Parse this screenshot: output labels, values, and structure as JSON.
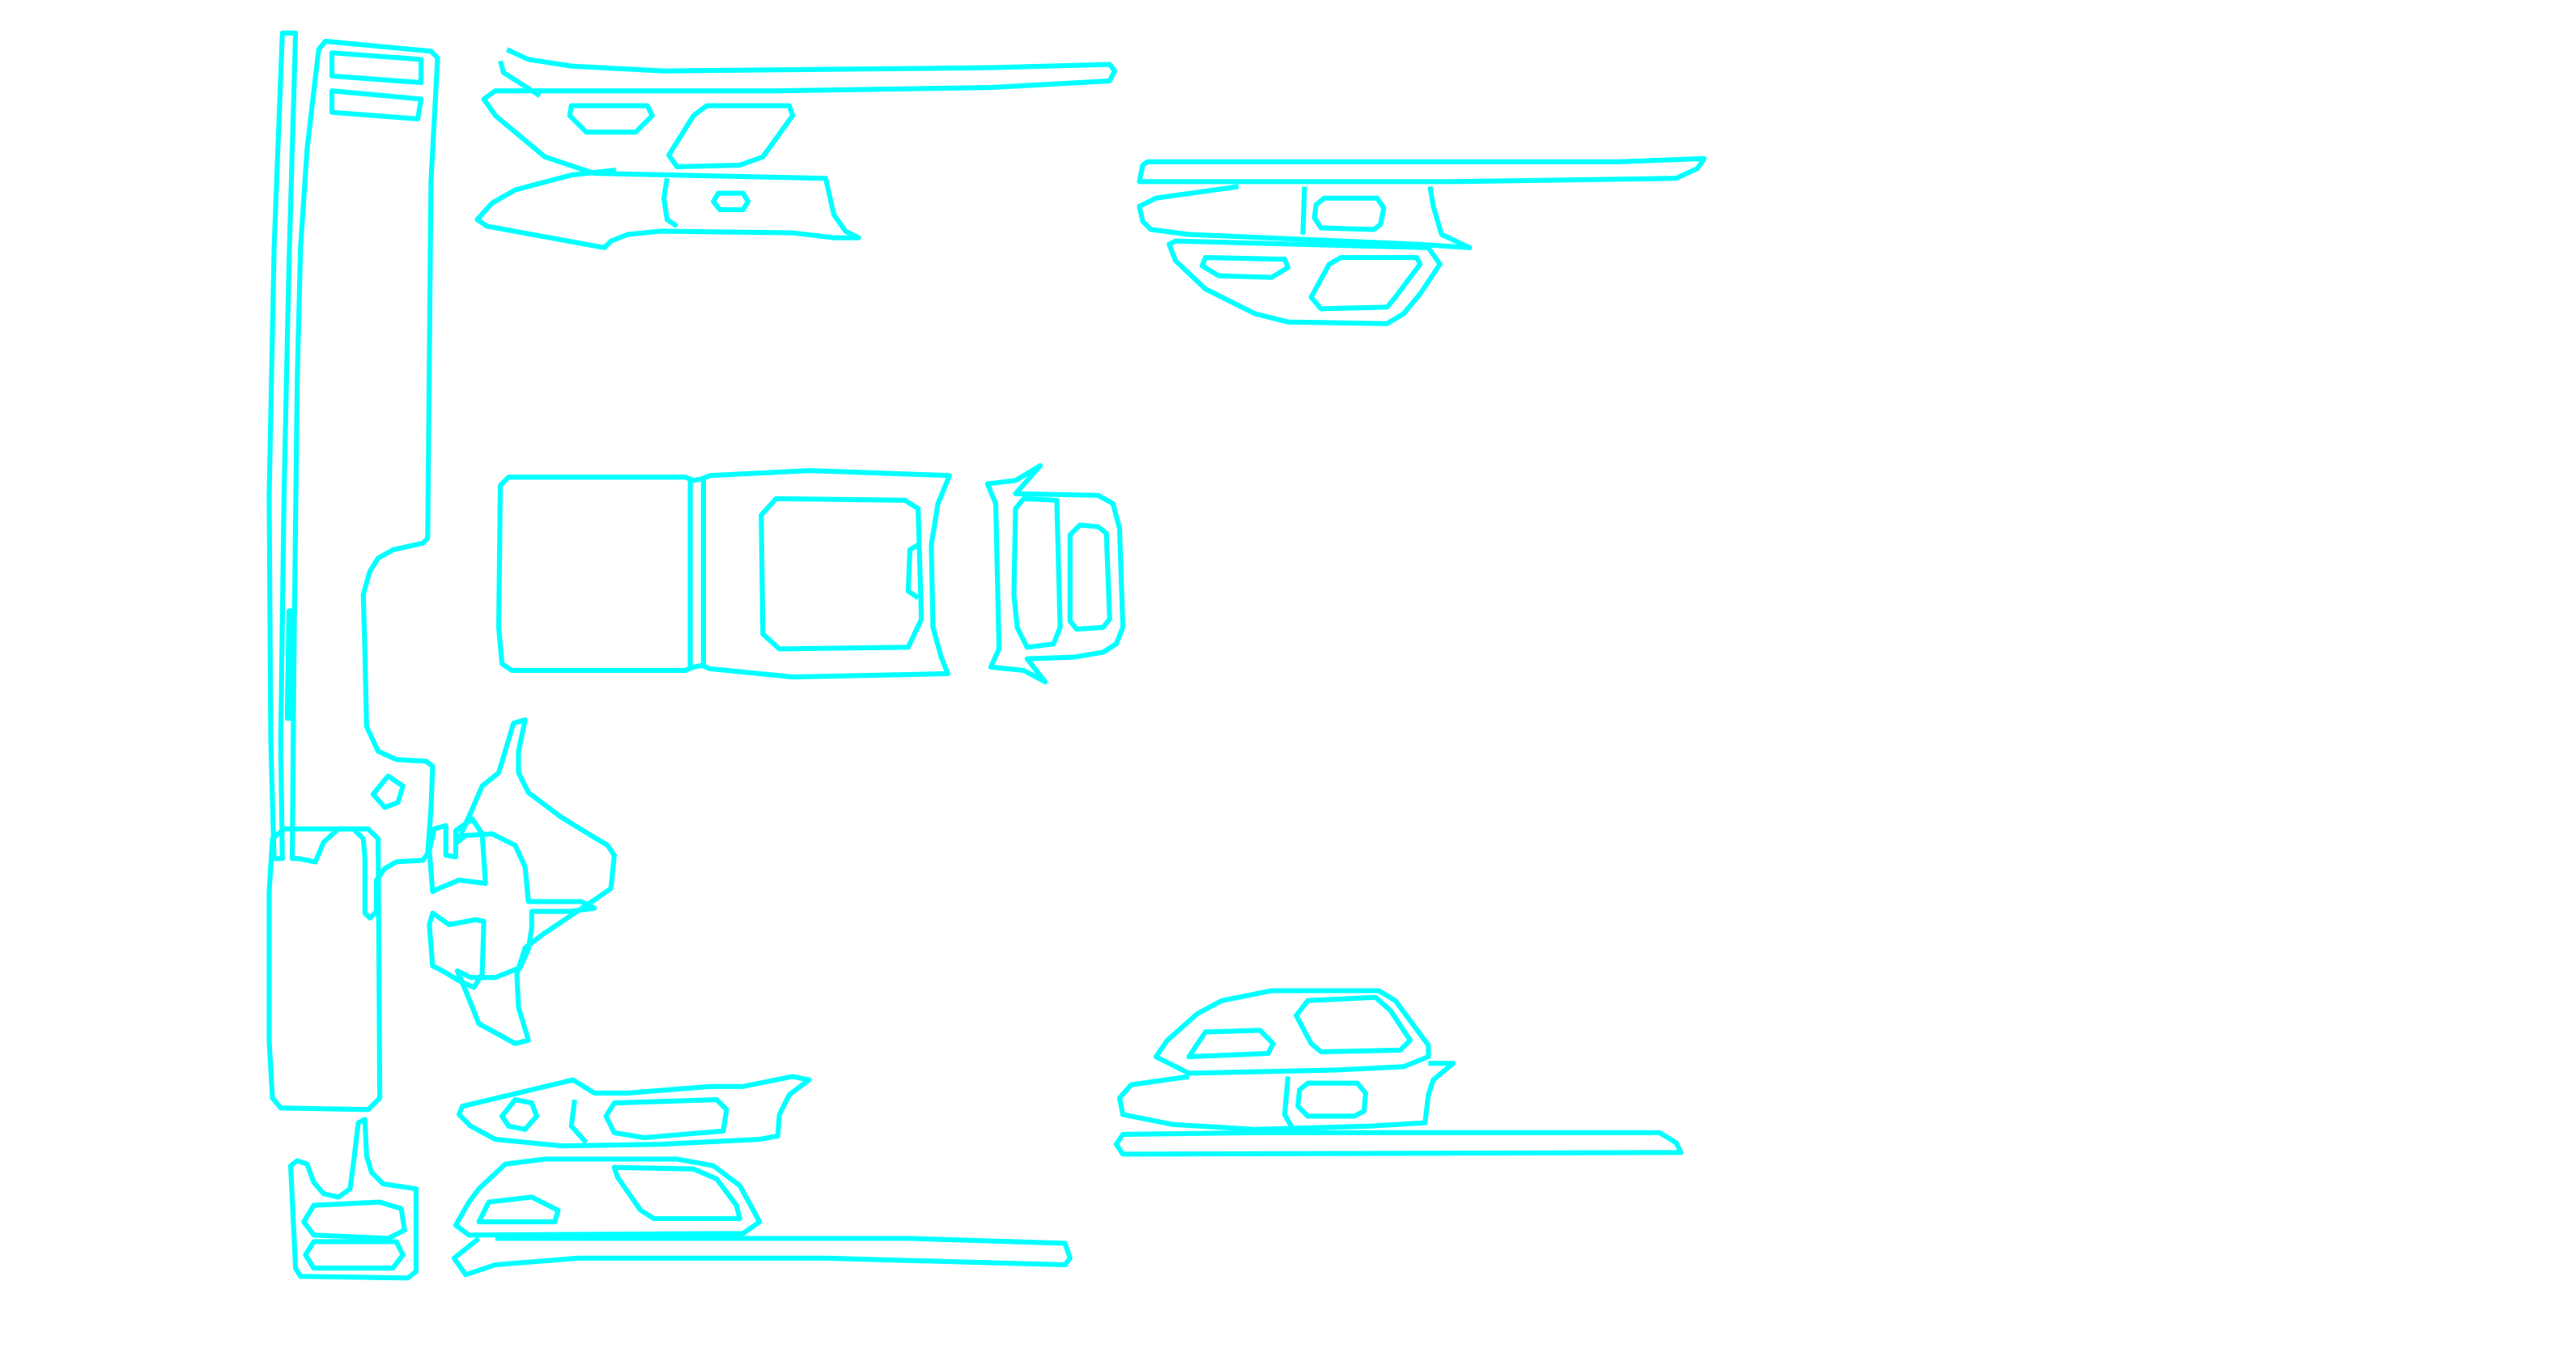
{
  "colors": {
    "background": "#ffffff",
    "stroke": "#00ffff"
  },
  "parts": [
    "side-panel-left",
    "cab-view-top-left",
    "cab-view-top-right",
    "truck-top-view",
    "rear-view",
    "bottom-panel-left",
    "cab-view-bottom-left",
    "cab-view-bottom-right",
    "small-panel-bottom-left"
  ]
}
